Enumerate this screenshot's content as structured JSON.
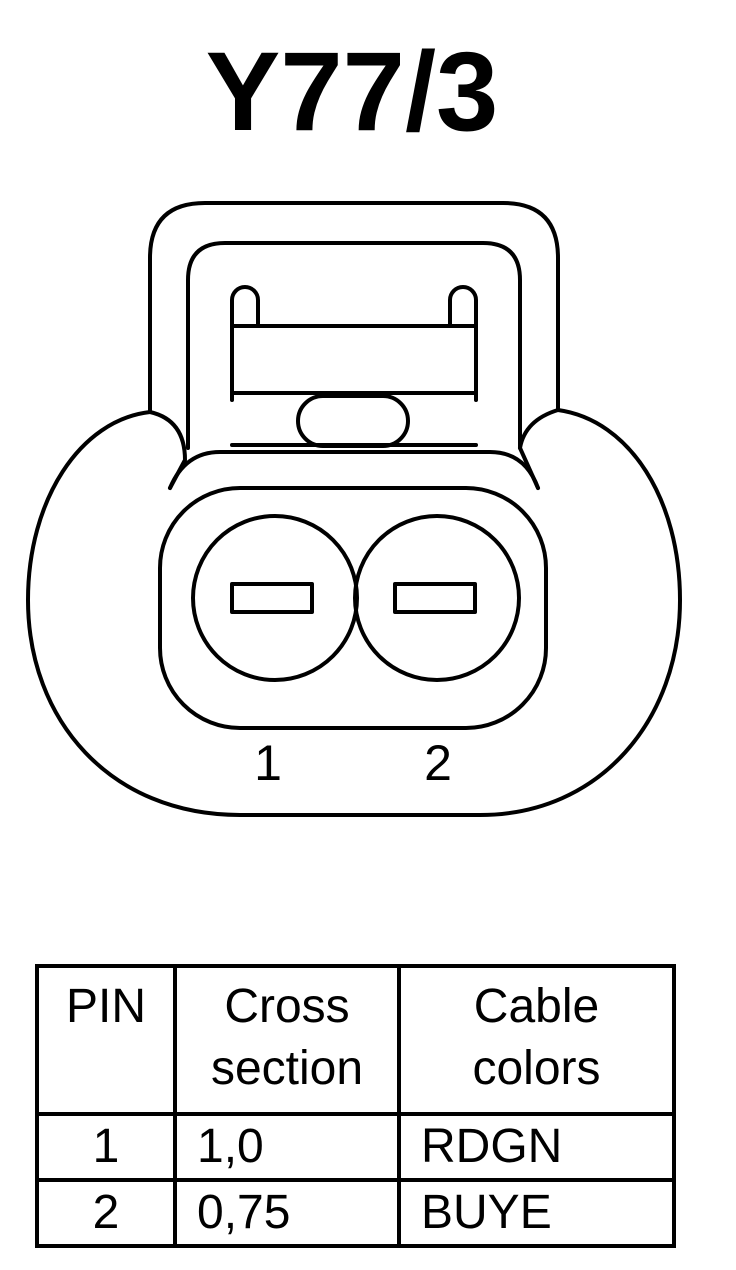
{
  "connector": {
    "title": "Y77/3",
    "pins": [
      {
        "label": "1"
      },
      {
        "label": "2"
      }
    ]
  },
  "pin_table": {
    "headers": {
      "pin": "PIN",
      "cross_section_line1": "Cross",
      "cross_section_line2": "section",
      "cable_colors_line1": "Cable",
      "cable_colors_line2": "colors"
    },
    "rows": [
      {
        "pin": "1",
        "cross_section": "1,0",
        "cable_color": "RDGN"
      },
      {
        "pin": "2",
        "cross_section": "0,75",
        "cable_color": "BUYE"
      }
    ]
  }
}
